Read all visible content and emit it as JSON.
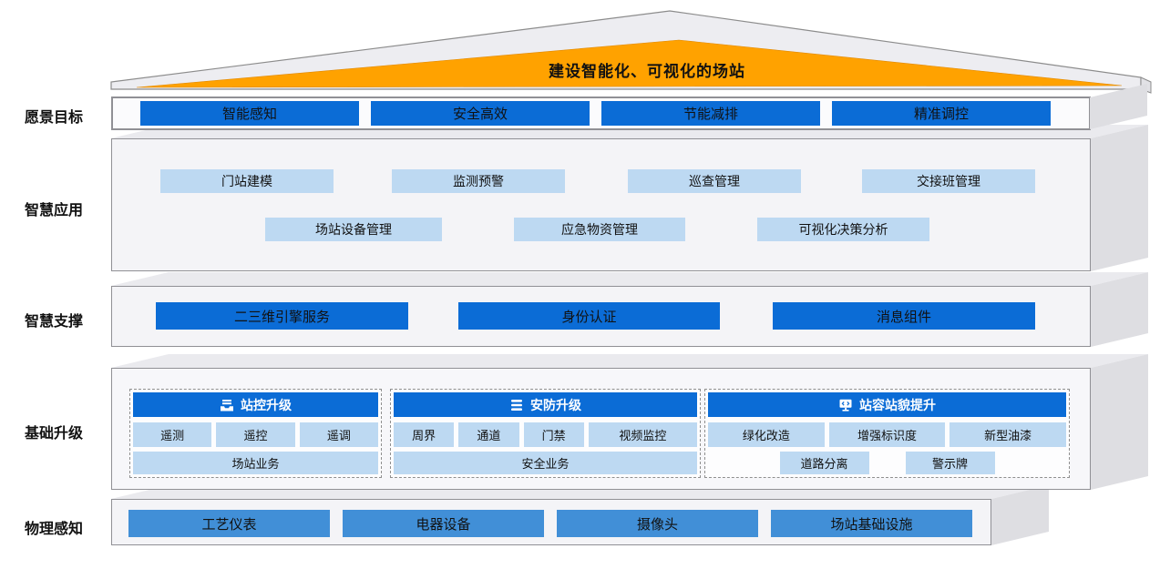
{
  "roof": {
    "title": "建设智能化、可视化的场站"
  },
  "colors": {
    "accent_blue": "#0B6CD6",
    "light_blue": "#BDD9F2",
    "medium_blue": "#418FD7",
    "roof_orange": "#FFA200",
    "slab_gray": "#F4F4F7"
  },
  "layers": {
    "vision": {
      "label": "愿景目标",
      "items": [
        "智能感知",
        "安全高效",
        "节能减排",
        "精准调控"
      ]
    },
    "apps": {
      "label": "智慧应用",
      "row1": [
        "门站建模",
        "监测预警",
        "巡查管理",
        "交接班管理"
      ],
      "row2": [
        "场站设备管理",
        "应急物资管理",
        "可视化决策分析"
      ]
    },
    "support": {
      "label": "智慧支撑",
      "items": [
        "二三维引擎服务",
        "身份认证",
        "消息组件"
      ]
    },
    "upgrade": {
      "label": "基础升级",
      "groups": [
        {
          "icon": "inbox-icon",
          "title": "站控升级",
          "cells": [
            "遥测",
            "遥控",
            "遥调"
          ],
          "footer": "场站业务"
        },
        {
          "icon": "layers-icon",
          "title": "安防升级",
          "cells": [
            "周界",
            "通道",
            "门禁",
            "视频监控"
          ],
          "footer": "安全业务"
        },
        {
          "icon": "monitor-code-icon",
          "title": "站容站貌提升",
          "cells": [
            "绿化改造",
            "增强标识度",
            "新型油漆"
          ],
          "cells2": [
            "道路分离",
            "警示牌"
          ]
        }
      ]
    },
    "physical": {
      "label": "物理感知",
      "items": [
        "工艺仪表",
        "电器设备",
        "摄像头",
        "场站基础设施"
      ]
    }
  }
}
